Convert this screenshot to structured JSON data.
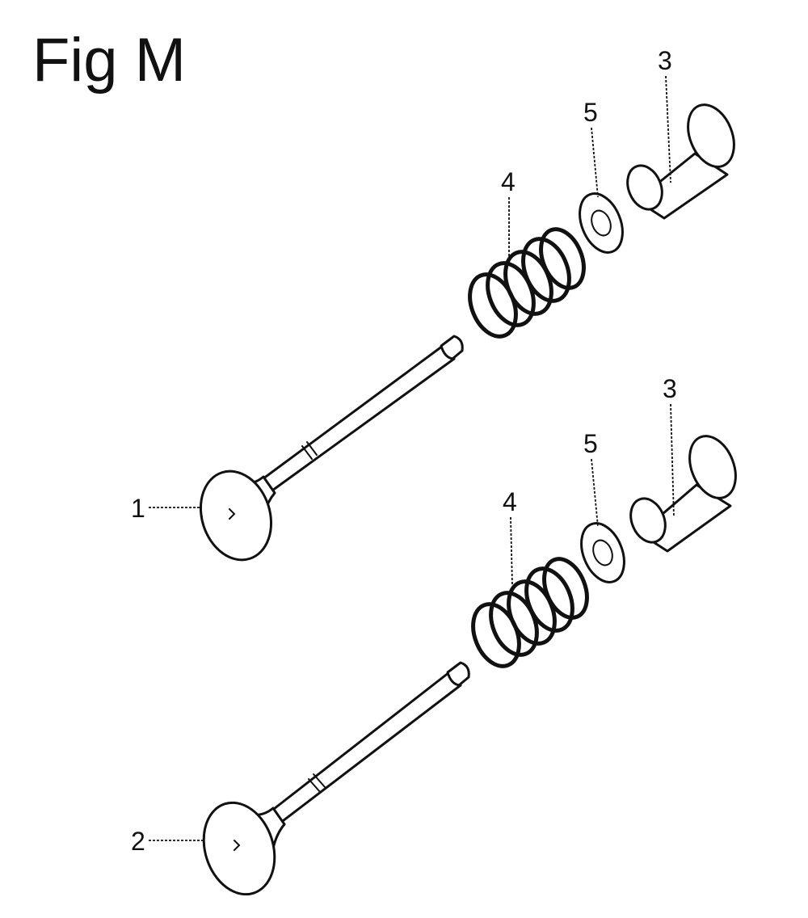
{
  "figure": {
    "title": "Fig M"
  },
  "callouts": {
    "intake_valve": "1",
    "exhaust_valve": "2",
    "guide_upper": "3",
    "guide_lower": "3",
    "spring_upper": "4",
    "spring_lower": "4",
    "retainer_upper": "5",
    "retainer_lower": "5"
  }
}
